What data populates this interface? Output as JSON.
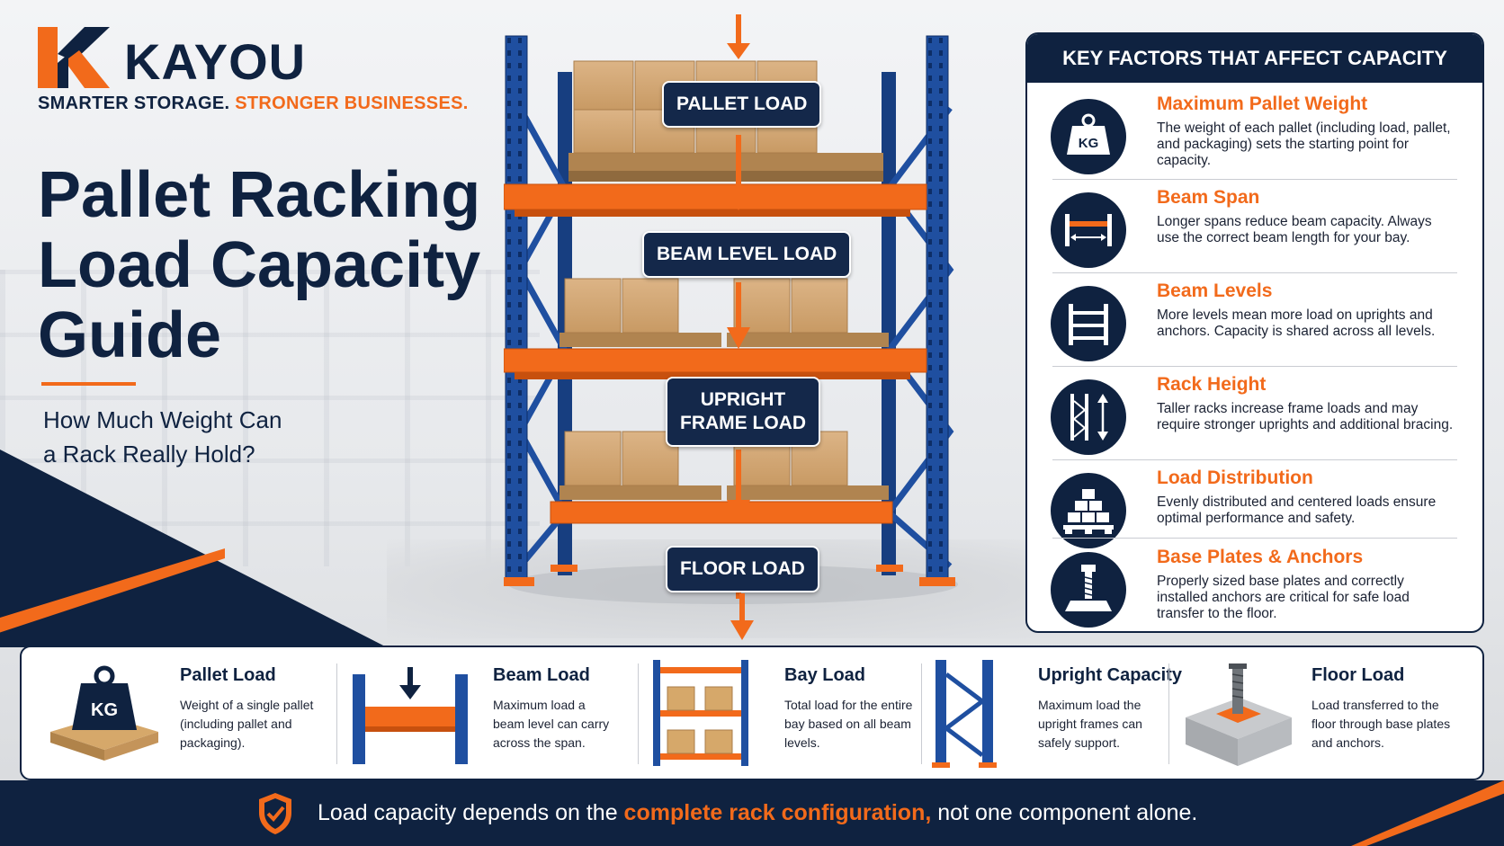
{
  "brand": {
    "name": "KAYOU",
    "tagline_part1": "SMARTER STORAGE.",
    "tagline_part2": "STRONGER BUSINESSES.",
    "colors": {
      "navy": "#0f2240",
      "orange": "#f26a1b",
      "blue": "#1f4fa0"
    }
  },
  "hero": {
    "title_line1": "Pallet Racking",
    "title_line2": "Load Capacity",
    "title_line3": "Guide",
    "subtitle_line1": "How Much Weight Can",
    "subtitle_line2": "a Rack Really Hold?"
  },
  "rack_labels": {
    "pallet_load": "PALLET LOAD",
    "beam_level_load": "BEAM LEVEL LOAD",
    "upright_line1": "UPRIGHT",
    "upright_line2": "FRAME LOAD",
    "floor_load": "FLOOR LOAD"
  },
  "key_factors": {
    "heading": "KEY FACTORS THAT AFFECT CAPACITY",
    "items": [
      {
        "title": "Maximum Pallet Weight",
        "description": "The weight of each pallet (including load, pallet, and packaging) sets the starting point for capacity.",
        "icon": "weight-kg-icon",
        "icon_text": "KG"
      },
      {
        "title": "Beam Span",
        "description": "Longer spans reduce beam capacity. Always use the correct beam length for your bay.",
        "icon": "beam-span-icon"
      },
      {
        "title": "Beam Levels",
        "description": "More levels mean more load on uprights and anchors. Capacity is shared across all levels.",
        "icon": "beam-levels-icon"
      },
      {
        "title": "Rack Height",
        "description": "Taller racks increase frame loads and may require stronger uprights and additional bracing.",
        "icon": "rack-height-icon"
      },
      {
        "title": "Load Distribution",
        "description": "Evenly distributed and centered loads ensure optimal performance and safety.",
        "icon": "load-distribution-icon"
      },
      {
        "title": "Base Plates & Anchors",
        "description": "Properly sized base plates and correctly installed anchors are critical for safe load transfer to the floor.",
        "icon": "base-plate-anchor-icon"
      }
    ]
  },
  "bottom_items": [
    {
      "title": "Pallet Load",
      "description": "Weight of a single pallet (including pallet and packaging).",
      "icon": "pallet-kg-icon",
      "icon_text": "KG"
    },
    {
      "title": "Beam Load",
      "description": "Maximum load a beam level can carry across the span.",
      "icon": "beam-load-icon"
    },
    {
      "title": "Bay Load",
      "description": "Total load for the entire bay based on all beam levels.",
      "icon": "bay-load-icon"
    },
    {
      "title": "Upright Capacity",
      "description": "Maximum load the upright frames can safely support.",
      "icon": "upright-frame-icon"
    },
    {
      "title": "Floor Load",
      "description": "Load transferred to the floor through base plates and anchors.",
      "icon": "floor-anchor-icon"
    }
  ],
  "footer": {
    "text_before": "Load capacity depends on the",
    "highlight": "complete rack configuration,",
    "text_after": "not one component alone.",
    "icon": "shield-check-icon"
  }
}
